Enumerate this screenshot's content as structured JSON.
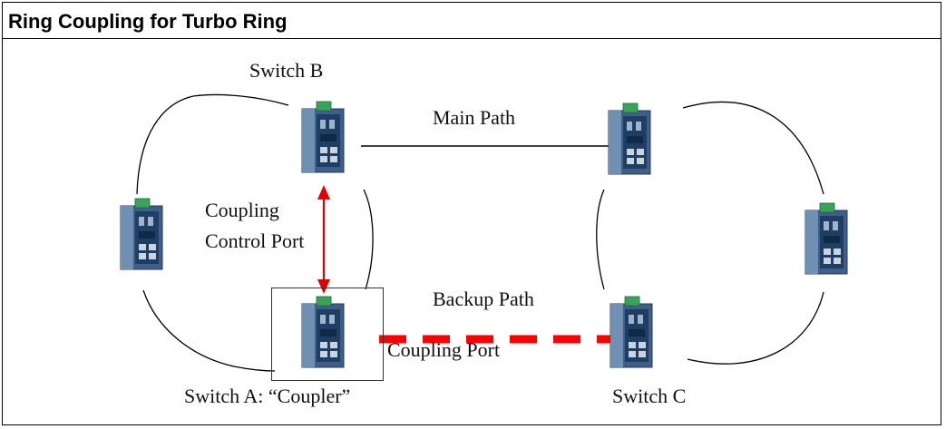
{
  "header": {
    "title": "Ring Coupling for Turbo Ring"
  },
  "labels": {
    "switch_b": "Switch B",
    "main_path": "Main Path",
    "coupling_control_port_line1": "Coupling",
    "coupling_control_port_line2": "Control Port",
    "backup_path": "Backup Path",
    "coupling_port": "Coupling Port",
    "switch_a": "Switch A: “Coupler”",
    "switch_c": "Switch C"
  },
  "colors": {
    "device_body": "#3e5f8a",
    "device_face": "#1e3f63",
    "device_connector": "#3aa35a",
    "ring_line": "#000000",
    "backup_path_dash": "#ff0000",
    "control_arrow": "#e00000"
  },
  "icons": [
    "ethernet-switch-icon"
  ]
}
